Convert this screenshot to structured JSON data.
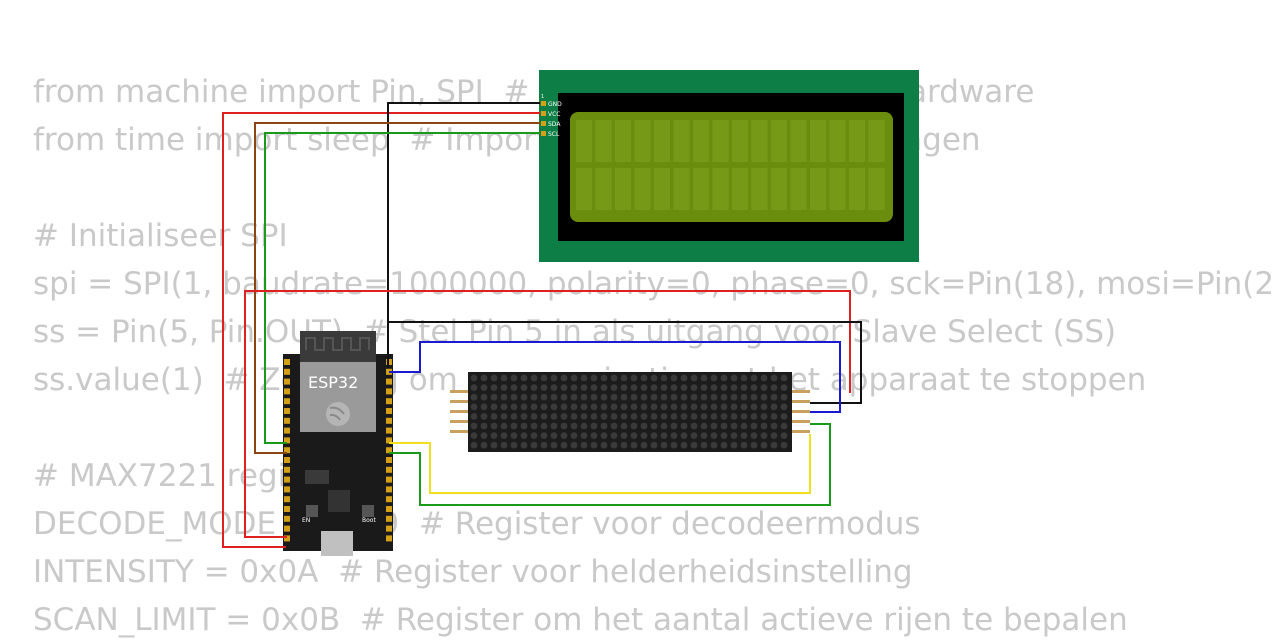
{
  "code": {
    "lines": [
      "from machine import Pin, SPI  # Importeer klassen om hardware",
      "from time import sleep  # Importeer sleep voor vertragingen",
      "",
      "# Initialiseer SPI",
      "spi = SPI(1, baudrate=1000000, polarity=0, phase=0, sck=Pin(18), mosi=Pin(2",
      "ss = Pin(5, Pin.OUT)  # Stel Pin 5 in als uitgang voor Slave Select (SS)",
      "ss.value(1)  # Zet hoog om communicatie met het apparaat te stoppen",
      "",
      "# MAX7221 registers",
      "DECODE_MODE = 0x09  # Register voor decodeermodus",
      "INTENSITY = 0x0A  # Register voor helderheidsinstelling",
      "SCAN_LIMIT = 0x0B  # Register om het aantal actieve rijen te bepalen"
    ]
  },
  "esp32": {
    "label": "ESP32",
    "en_label": "EN",
    "boot_label": "Boot"
  },
  "lcd": {
    "pins": [
      "GND",
      "VCC",
      "SDA",
      "SCL"
    ],
    "pin_number": "1"
  },
  "colors": {
    "wire_red": "#e02020",
    "wire_black": "#111111",
    "wire_brown": "#8b4513",
    "wire_green": "#1a9a1a",
    "wire_blue": "#1a1ad0",
    "wire_yellow": "#f0e020",
    "lcd_board": "#0d7f46",
    "lcd_screen": "#6b8d0e"
  }
}
